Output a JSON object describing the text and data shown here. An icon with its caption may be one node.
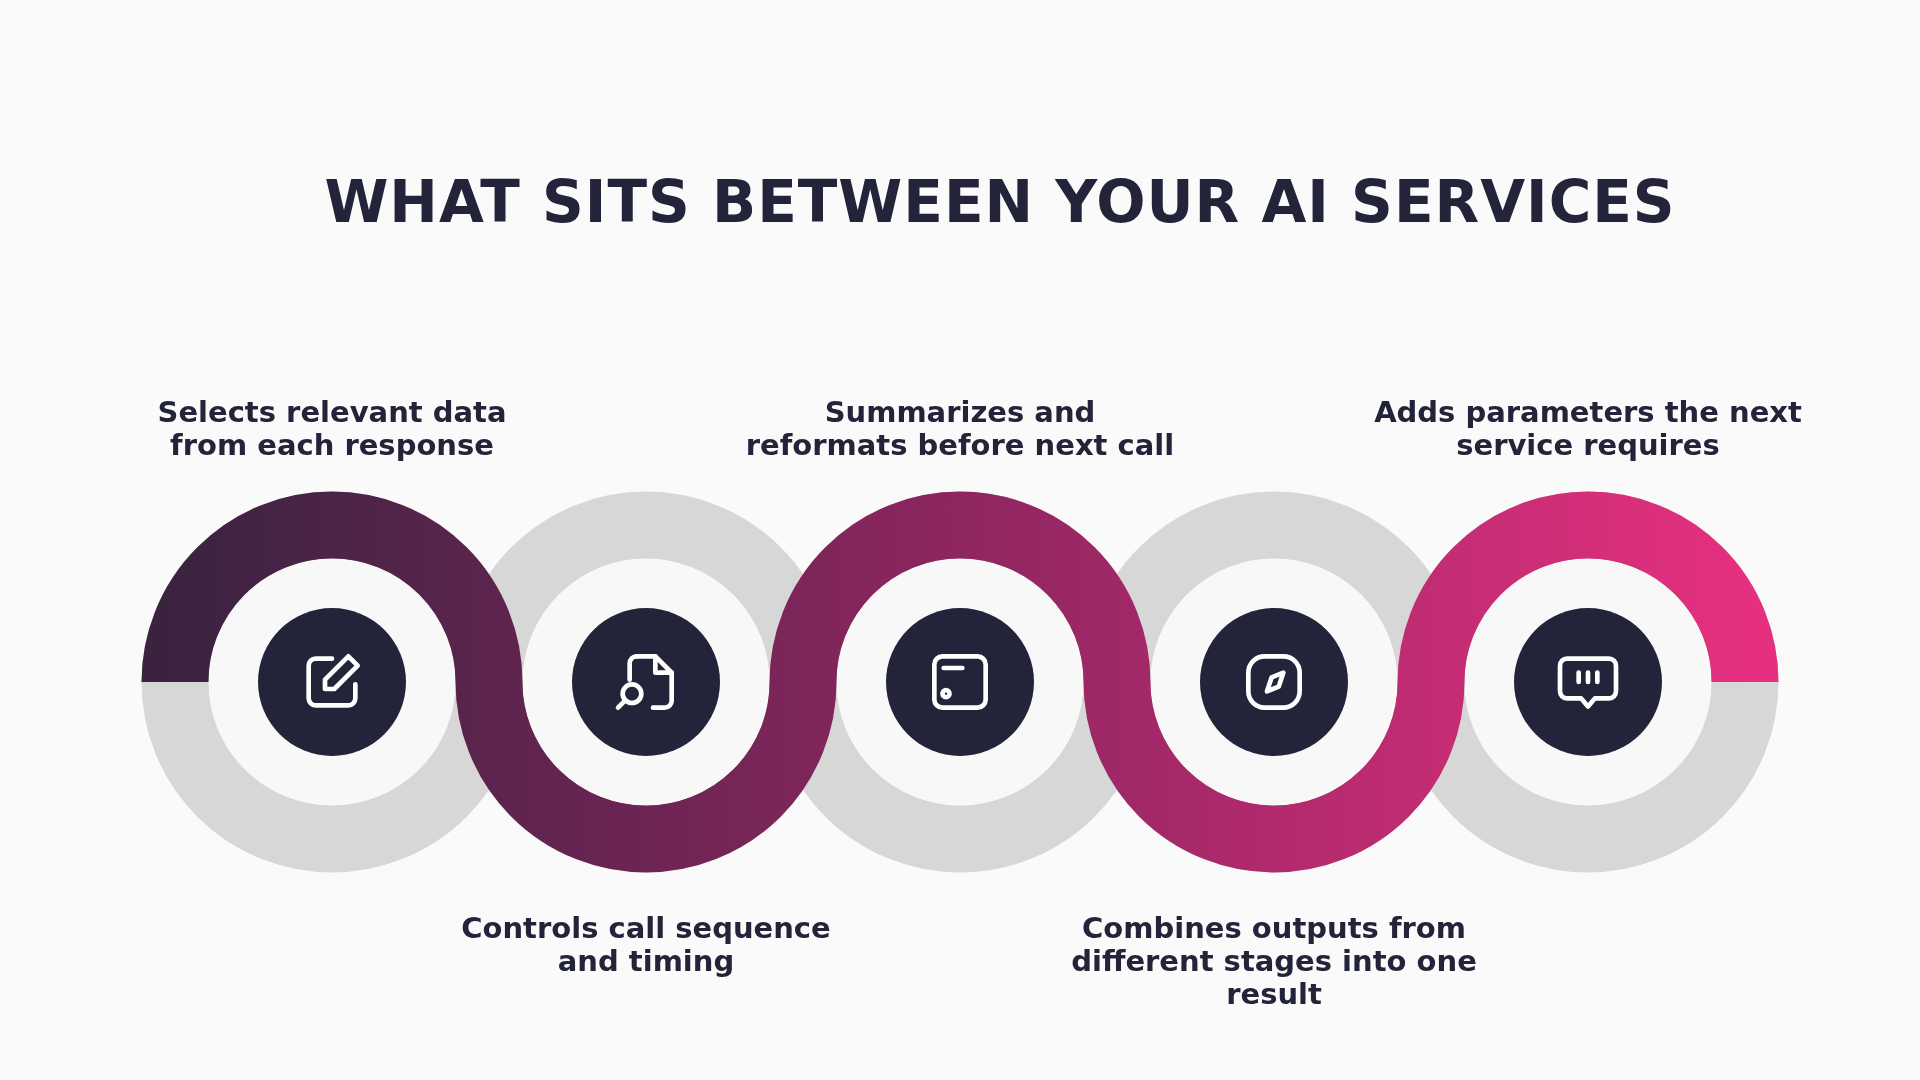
{
  "diagram": {
    "title": "WHAT SITS BETWEEN YOUR AI SERVICES",
    "nodes": [
      {
        "text": [],
        "shape": "circle"
      },
      {
        "text": [],
        "shape": "circle"
      },
      {
        "text": [],
        "shape": "circle"
      },
      {
        "text": [],
        "shape": "circle"
      },
      {
        "text": [],
        "shape": "circle"
      }
    ],
    "labels": [
      "Selects relevant data from each response",
      "Summarizes and reformats before next call",
      "Adds parameters the next service requires",
      "Controls call sequence and timing",
      "Combines outputs from different stages into one result"
    ]
  }
}
